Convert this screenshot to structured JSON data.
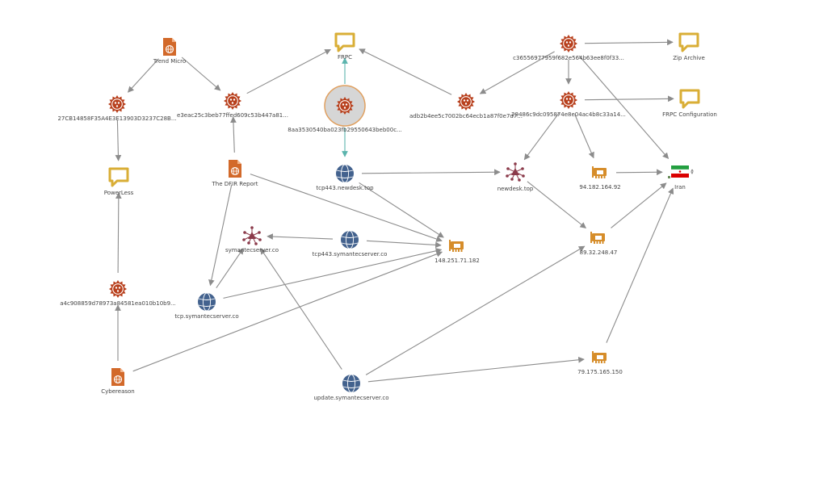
{
  "graph": {
    "colors": {
      "edge": "#8c8c8c",
      "edge_selected": "#5bb4ad",
      "report": "#d2692a",
      "malware": "#b8401d",
      "tool": "#d9ae36",
      "domain": "#43628e",
      "ip": "#d68d2a",
      "infrastructure": "#8b3a4a",
      "selection_ring": "#e0a060",
      "selection_fill": "#d6d6d6"
    },
    "nodes": [
      {
        "id": "trend-micro",
        "type": "report",
        "label": "Trend Micro"
      },
      {
        "id": "frpc",
        "type": "tool",
        "label": "FRPC"
      },
      {
        "id": "c365",
        "type": "malware",
        "label": "c36556977959f682e564b63ee8f0f33..."
      },
      {
        "id": "zip-archive",
        "type": "tool",
        "label": "Zip Archive"
      },
      {
        "id": "27cb",
        "type": "malware",
        "label": "27CB14858F35A4E3E13903D3237C28B..."
      },
      {
        "id": "e3ea",
        "type": "malware",
        "label": "e3eac25c3beb77ffed609c53b447a81..."
      },
      {
        "id": "8aa3",
        "type": "malware",
        "label": "8aa3530540ba023fb29550643beb00c...",
        "selected": true
      },
      {
        "id": "adb2",
        "type": "malware",
        "label": "adb2b4ee5c7002bc64ecb1a87f0e7d7..."
      },
      {
        "id": "2948",
        "type": "malware",
        "label": "29486c9dc095874e8e04ac4b8c33a14..."
      },
      {
        "id": "frpc-config",
        "type": "tool",
        "label": "FRPC Configuration"
      },
      {
        "id": "powerless",
        "type": "tool",
        "label": "PowerLess"
      },
      {
        "id": "dfir",
        "type": "report",
        "label": "The DFIR Report"
      },
      {
        "id": "tcp443-newdesk",
        "type": "domain",
        "label": "tcp443.newdesk.top"
      },
      {
        "id": "newdesk",
        "type": "infrastructure",
        "label": "newdesk.top"
      },
      {
        "id": "ip-94",
        "type": "ip",
        "label": "94.182.164.92"
      },
      {
        "id": "iran",
        "type": "country",
        "label": "Iran"
      },
      {
        "id": "symantecserver",
        "type": "infrastructure",
        "label": "symantecserver.co"
      },
      {
        "id": "tcp443-symantec",
        "type": "domain",
        "label": "tcp443.symantecserver.co"
      },
      {
        "id": "ip-148",
        "type": "ip",
        "label": "148.251.71.182"
      },
      {
        "id": "ip-89",
        "type": "ip",
        "label": "89.32.248.47"
      },
      {
        "id": "a4c9",
        "type": "malware",
        "label": "a4c908859d78973a84581ea010b10b9..."
      },
      {
        "id": "tcp-symantec",
        "type": "domain",
        "label": "tcp.symantecserver.co"
      },
      {
        "id": "ip-79",
        "type": "ip",
        "label": "79.175.165.150"
      },
      {
        "id": "cybereason",
        "type": "report",
        "label": "Cybereason"
      },
      {
        "id": "update-symantec",
        "type": "domain",
        "label": "update.symantecserver.co"
      }
    ],
    "edges": [
      {
        "from": "trend-micro",
        "to": "27cb"
      },
      {
        "from": "trend-micro",
        "to": "e3ea"
      },
      {
        "from": "e3ea",
        "to": "frpc"
      },
      {
        "from": "adb2",
        "to": "frpc"
      },
      {
        "from": "8aa3",
        "to": "frpc",
        "selected": true
      },
      {
        "from": "8aa3",
        "to": "tcp443-newdesk",
        "selected": true
      },
      {
        "from": "c365",
        "to": "zip-archive"
      },
      {
        "from": "c365",
        "to": "adb2"
      },
      {
        "from": "c365",
        "to": "2948"
      },
      {
        "from": "c365",
        "to": "iran"
      },
      {
        "from": "2948",
        "to": "frpc-config"
      },
      {
        "from": "2948",
        "to": "newdesk"
      },
      {
        "from": "2948",
        "to": "ip-94"
      },
      {
        "from": "27cb",
        "to": "powerless"
      },
      {
        "from": "dfir",
        "to": "e3ea"
      },
      {
        "from": "dfir",
        "to": "tcp-symantec"
      },
      {
        "from": "dfir",
        "to": "ip-148"
      },
      {
        "from": "tcp443-newdesk",
        "to": "newdesk"
      },
      {
        "from": "tcp443-newdesk",
        "to": "ip-148"
      },
      {
        "from": "ip-94",
        "to": "iran"
      },
      {
        "from": "newdesk",
        "to": "ip-89"
      },
      {
        "from": "ip-89",
        "to": "iran"
      },
      {
        "from": "tcp443-symantec",
        "to": "symantecserver"
      },
      {
        "from": "tcp443-symantec",
        "to": "ip-148"
      },
      {
        "from": "tcp-symantec",
        "to": "symantecserver"
      },
      {
        "from": "tcp-symantec",
        "to": "ip-148"
      },
      {
        "from": "a4c9",
        "to": "powerless"
      },
      {
        "from": "cybereason",
        "to": "a4c9"
      },
      {
        "from": "cybereason",
        "to": "ip-148"
      },
      {
        "from": "update-symantec",
        "to": "symantecserver"
      },
      {
        "from": "update-symantec",
        "to": "ip-89"
      },
      {
        "from": "update-symantec",
        "to": "ip-79"
      },
      {
        "from": "ip-79",
        "to": "iran"
      }
    ]
  }
}
